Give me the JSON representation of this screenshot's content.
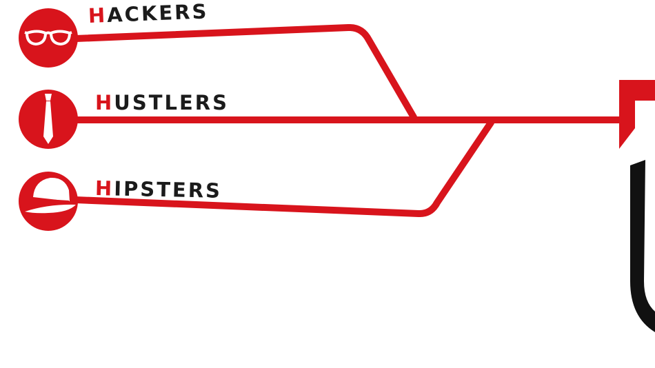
{
  "colors": {
    "accent": "#d8141c",
    "text": "#1b1b1b",
    "logo_dark": "#111111",
    "background": "#ffffff"
  },
  "groups": [
    {
      "initial": "H",
      "rest": "ACKERS",
      "icon": "glasses-icon"
    },
    {
      "initial": "H",
      "rest": "USTLERS",
      "icon": "necktie-icon"
    },
    {
      "initial": "H",
      "rest": "IPSTERS",
      "icon": "hat-icon"
    }
  ]
}
